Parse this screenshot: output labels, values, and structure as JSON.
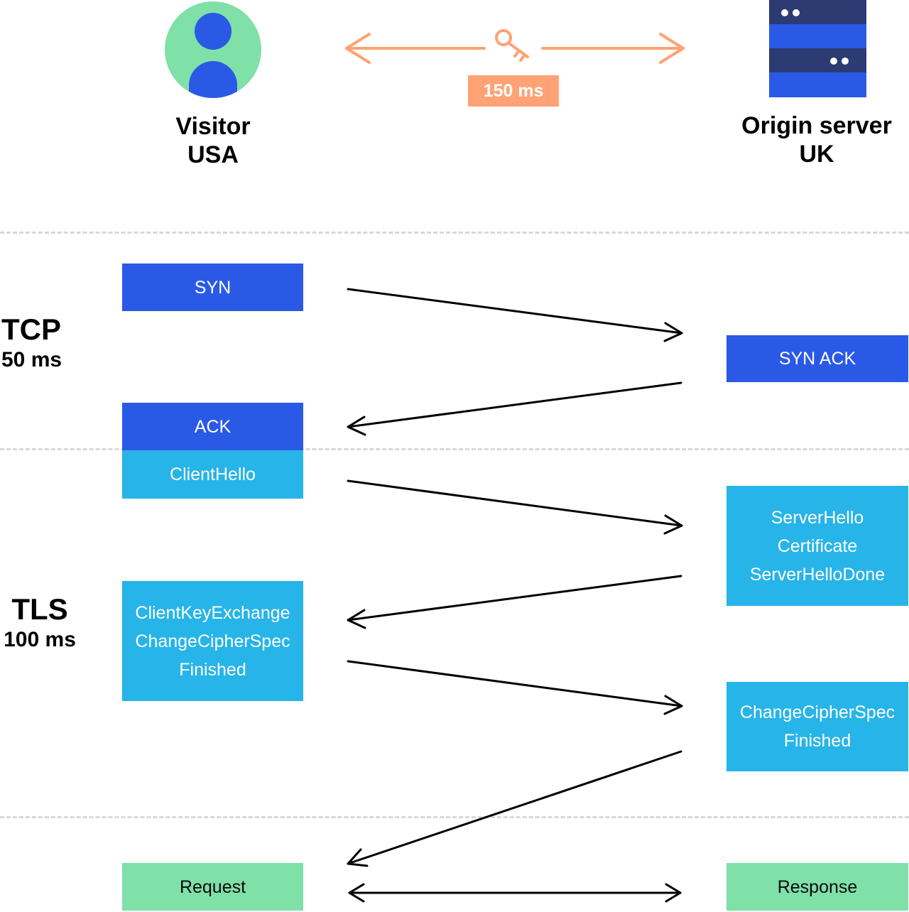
{
  "colors": {
    "tcp_box": "#2a59e6",
    "tls_box": "#27b4e8",
    "http_box": "#7fe0a8",
    "latency": "#ffa275",
    "visitor_circle": "#7fe0a8",
    "server_dark": "#2d3b73",
    "server_blue": "#2a59e6",
    "arrow": "#000000",
    "divider": "#d8d8d8"
  },
  "header": {
    "visitor": {
      "name": "Visitor",
      "location": "USA",
      "icon": "user-avatar-icon"
    },
    "server": {
      "name": "Origin server",
      "location": "UK",
      "icon": "server-rack-icon"
    },
    "latency": {
      "label": "150 ms",
      "icon": "key-icon"
    }
  },
  "phases": {
    "tcp": {
      "name": "TCP",
      "time": "50 ms"
    },
    "tls": {
      "name": "TLS",
      "time": "100 ms"
    }
  },
  "messages": {
    "syn": "SYN",
    "syn_ack": "SYN ACK",
    "ack": "ACK",
    "client_hello": "ClientHello",
    "server_hello": [
      "ServerHello",
      "Certificate",
      "ServerHelloDone"
    ],
    "client_key": [
      "ClientKeyExchange",
      "ChangeCipherSpec",
      "Finished"
    ],
    "server_finished": [
      "ChangeCipherSpec",
      "Finished"
    ],
    "request": "Request",
    "response": "Response"
  }
}
